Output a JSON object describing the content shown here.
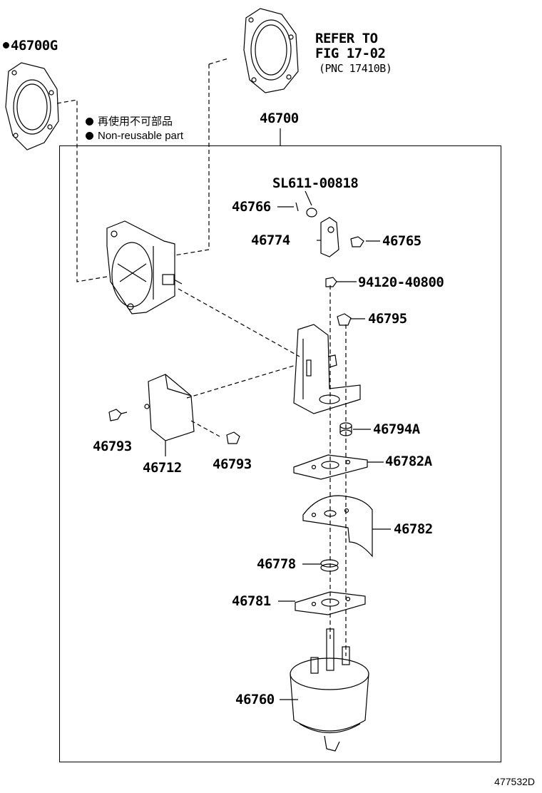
{
  "labels": {
    "gasket_g": "46700G",
    "refer_1": "REFER TO",
    "refer_2": "FIG 17-02",
    "refer_3": "(PNC 17410B)",
    "note_jp": "再使用不可部品",
    "note_en": "Non-reusable part",
    "assy": "46700",
    "sl": "SL611-00818",
    "p46766": "46766",
    "p46774": "46774",
    "p46765": "46765",
    "p94120": "94120-40800",
    "p46795": "46795",
    "p46793a": "46793",
    "p46712": "46712",
    "p46793b": "46793",
    "p46794a": "46794A",
    "p46782a": "46782A",
    "p46782": "46782",
    "p46778": "46778",
    "p46781": "46781",
    "p46760": "46760",
    "figure_id": "477532D"
  }
}
